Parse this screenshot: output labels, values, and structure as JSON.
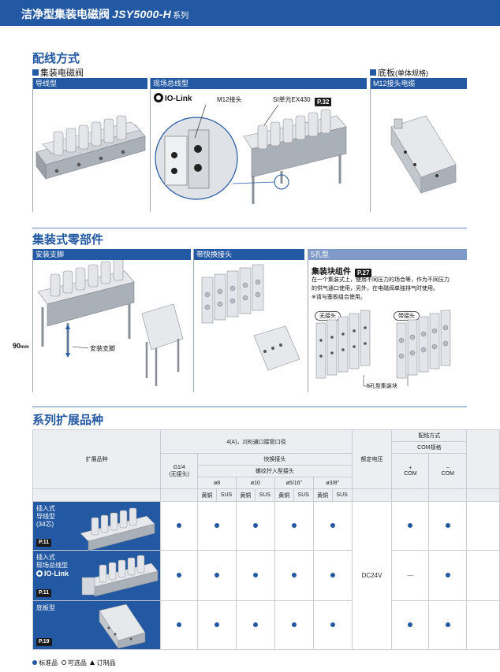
{
  "header": {
    "title_cn": "洁净型集装电磁阀",
    "title_model": "JSY5000-H",
    "title_suffix": "系列"
  },
  "wiring": {
    "title": "配线方式",
    "sub_left": "集装电磁阀",
    "sub_right": "底板",
    "sub_right_note": "(单体规格)",
    "panel1_title": "导线型",
    "panel2_title": "现场总线型",
    "panel3_title": "M12接头电缆",
    "iolink": "IO-Link",
    "label_m12": "M12接头",
    "label_si": "SI单元EX430",
    "ref_p32": "P.32"
  },
  "parts": {
    "title": "集装式零部件",
    "panel1_title": "安装支脚",
    "panel2_title": "带快换接头",
    "panel3_title": "5孔型",
    "dim_value": "90",
    "dim_unit": "mm",
    "label_foot": "安装支脚",
    "block_title": "集装块组件",
    "ref_p27": "P.27",
    "desc1": "在一个集装式上，使用不同压力的场合等，作为不同压力",
    "desc2": "的供气通口使用，另外，在电磁阀单独排气时使用。",
    "desc3": "※请与塞板组合使用。",
    "tag_no_fitting": "无接头",
    "tag_with_fitting": "带接头",
    "label_5port_block": "5孔型集装块"
  },
  "series": {
    "title": "系列扩展品种",
    "col_variant": "扩展品种",
    "col_port_dia": "4(A)，2(B)通口接管口径",
    "col_g14": "G1/4",
    "col_g14_note": "(无接头)",
    "col_one_touch": "快换接头",
    "col_thread_in": "螺纹拧入型接头",
    "col_d8": "ø8",
    "col_d10": "ø10",
    "col_d516": "ø5/16\"",
    "col_d38": "ø3/8\"",
    "brass": "黄铜",
    "sus": "SUS",
    "col_voltage": "额定电压",
    "col_wiring": "配线方式",
    "col_com": "COM规格",
    "plus_sign": "+",
    "minus_sign": "−",
    "com": "COM",
    "voltage_value": "DC24V",
    "dash": "—",
    "rows": [
      {
        "line1": "插入式",
        "line2": "导线型",
        "line3": "(34芯)",
        "ref": "P.11"
      },
      {
        "line1": "插入式",
        "line2": "现场总线型",
        "iolink": "IO-Link",
        "ref": "P.11"
      },
      {
        "line1": "底板型",
        "ref": "P.19"
      }
    ]
  },
  "legend": {
    "standard": "标准品",
    "optional": "可选品",
    "order": "订制品"
  }
}
